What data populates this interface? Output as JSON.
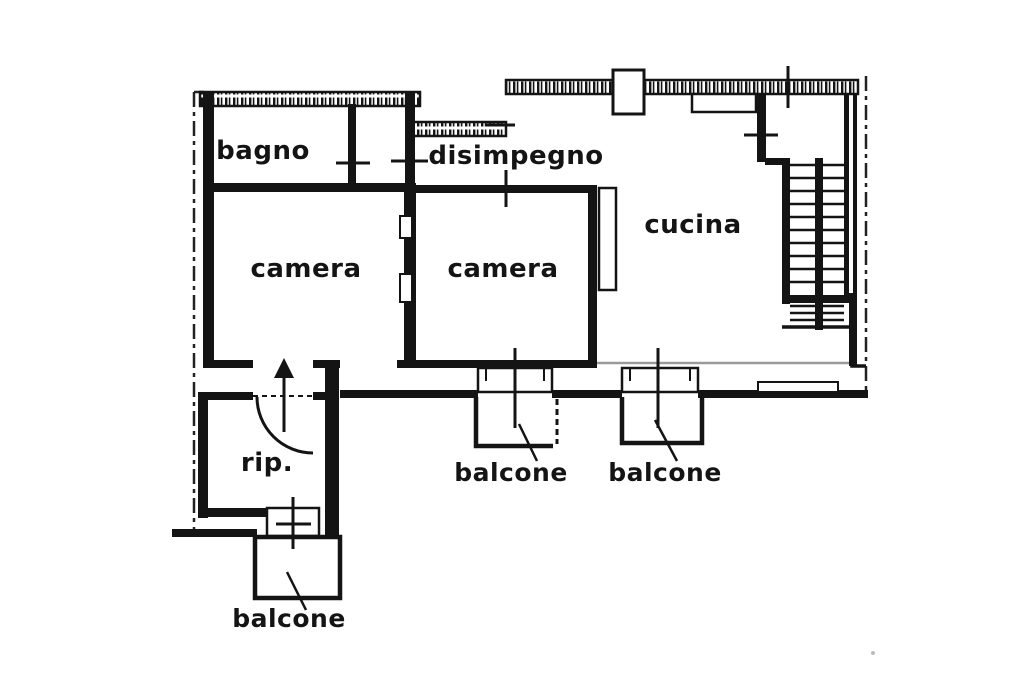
{
  "colors": {
    "ink": "#141414",
    "background": "#ffffff",
    "faint_line": "#9a9a9a"
  },
  "rooms": [
    {
      "id": "bagno",
      "label": "bagno"
    },
    {
      "id": "disimpegno",
      "label": "disimpegno"
    },
    {
      "id": "cucina",
      "label": "cucina"
    },
    {
      "id": "camera_left",
      "label": "camera"
    },
    {
      "id": "camera_middle",
      "label": "camera"
    },
    {
      "id": "ripostiglio",
      "label": "rip."
    }
  ],
  "balconies": [
    {
      "id": "balcone_middle",
      "label": "balcone"
    },
    {
      "id": "balcone_right",
      "label": "balcone"
    },
    {
      "id": "balcone_bottom",
      "label": "balcone"
    }
  ],
  "features": {
    "stairs": "staircase-with-treads",
    "entry_arrow": "entry-direction-arrow",
    "door_swing": "entry-door-swing-arc",
    "boundary": "dash-dot-boundary-line"
  }
}
